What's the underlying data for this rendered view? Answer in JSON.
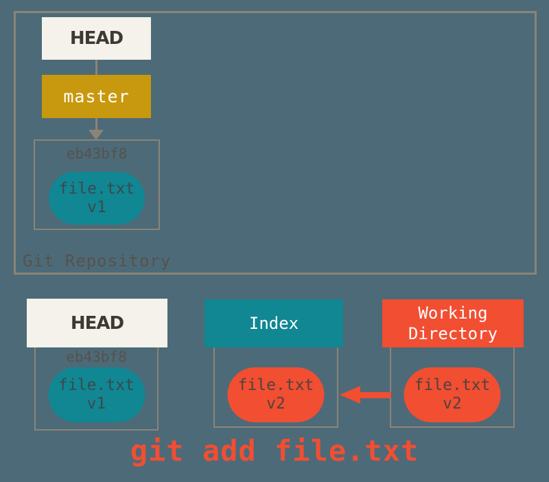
{
  "colors": {
    "background": "#4d6a78",
    "border": "#8d8476",
    "label_gray": "#56524b",
    "cream": "#f4f2ea",
    "cream_text": "#3d3a33",
    "gold": "#c8990e",
    "teal": "#108792",
    "orange": "#f14e32",
    "teal_pill_text": "#3a4a51",
    "orange_pill_text": "#4e443d",
    "white": "#ffffff"
  },
  "repository": {
    "label": "Git Repository",
    "head_ref": "HEAD",
    "branch_ref": "master",
    "commit": {
      "id": "eb43bf8",
      "file": "file.txt",
      "version": "v1"
    }
  },
  "areas": {
    "head": {
      "title": "HEAD",
      "commit_id": "eb43bf8",
      "file": "file.txt",
      "version": "v1"
    },
    "index": {
      "title": "Index",
      "file": "file.txt",
      "version": "v2"
    },
    "working_directory": {
      "title_line1": "Working",
      "title_line2": "Directory",
      "file": "file.txt",
      "version": "v2"
    }
  },
  "caption": "git add file.txt"
}
